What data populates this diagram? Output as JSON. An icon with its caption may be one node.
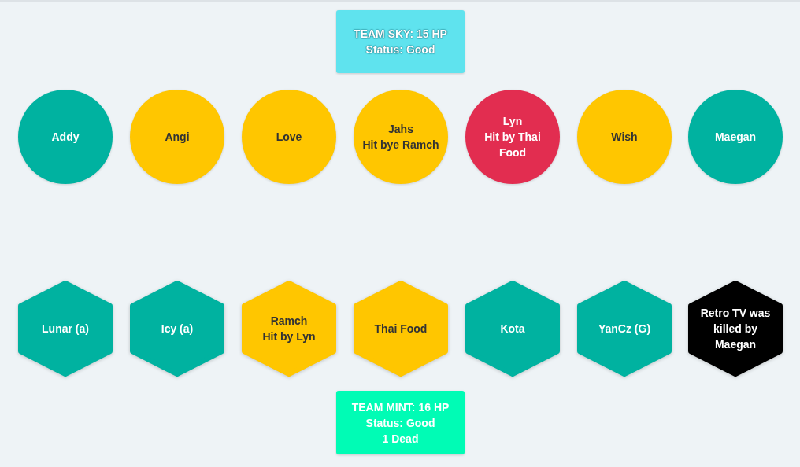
{
  "diagram": {
    "nodes": [
      {
        "text": [
          "TEAM SKY: 15 HP",
          "Status: Good"
        ]
      },
      {
        "text": [
          "Addy"
        ]
      },
      {
        "text": [
          "Angi"
        ]
      },
      {
        "text": [
          "Love"
        ]
      },
      {
        "text": [
          "Jahs",
          "Hit bye Ramch"
        ]
      },
      {
        "text": [
          "Lyn",
          "Hit by Thai Food"
        ]
      },
      {
        "text": [
          "Wish"
        ]
      },
      {
        "text": [
          "Maegan"
        ]
      },
      {
        "text": [
          "Lunar (a)"
        ]
      },
      {
        "text": [
          "Icy (a)"
        ]
      },
      {
        "text": [
          "Ramch",
          "Hit by Lyn"
        ]
      },
      {
        "text": [
          "Thai Food"
        ]
      },
      {
        "text": [
          "Kota"
        ]
      },
      {
        "text": [
          "YanCz (G)"
        ]
      },
      {
        "text": [
          "Retro TV was killed by Maegan"
        ]
      },
      {
        "text": [
          "TEAM MINT: 16 HP",
          "Status: Good",
          "1 Dead"
        ]
      }
    ]
  }
}
